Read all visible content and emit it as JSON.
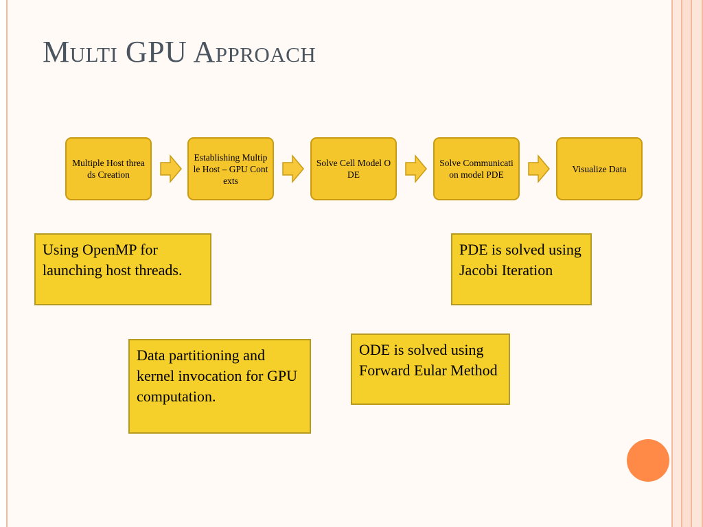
{
  "slide": {
    "title": "Multi GPU Approach"
  },
  "flow": {
    "steps": [
      "Multiple Host threads Creation",
      "Establishing Multiple Host – GPU Contexts",
      "Solve Cell Model ODE",
      "Solve Communication model PDE",
      "Visualize Data"
    ]
  },
  "notes": {
    "openmp": "Using OpenMP for launching host threads.",
    "pde": "PDE is solved using Jacobi Iteration",
    "partition": "Data partitioning and kernel invocation for GPU computation.",
    "ode": "ODE is solved using Forward Eular Method"
  },
  "colors": {
    "step_fill": "#f5c52c",
    "note_fill": "#f5cf2a",
    "arrow_fill": "#f7c93a",
    "accent_dot": "#ff8a47"
  }
}
